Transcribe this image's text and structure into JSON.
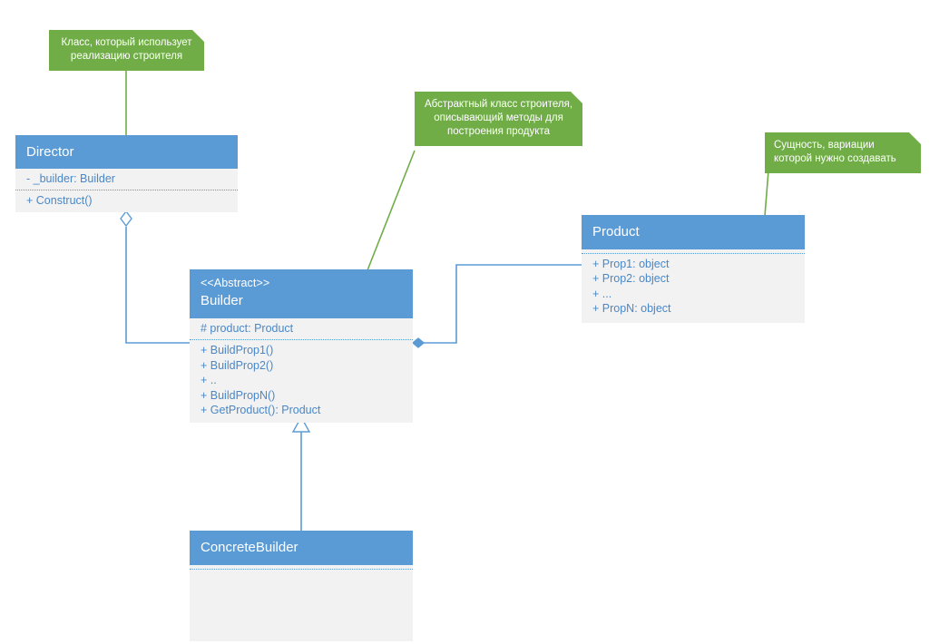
{
  "diagram": {
    "title": "Builder design pattern UML class diagram",
    "colors": {
      "class_header": "#5B9BD5",
      "class_body": "#F2F2F2",
      "member_text": "#4A87C7",
      "note_fill": "#70AD47",
      "note_text": "#FFFFFF",
      "connector_blue": "#5B9BD5",
      "connector_green": "#70AD47",
      "canvas": "#FFFFFF"
    }
  },
  "classes": [
    {
      "id": "director",
      "stereotype": "",
      "name": "Director",
      "sections": [
        {
          "members": [
            "-  _builder: Builder"
          ]
        },
        {
          "members": [
            "+ Construct()"
          ]
        }
      ]
    },
    {
      "id": "builder",
      "stereotype": "<<Abstract>>",
      "name": "Builder",
      "sections": [
        {
          "members": [
            "# product: Product"
          ]
        },
        {
          "members": [
            "+ BuildProp1()",
            "+ BuildProp2()",
            "+ ..",
            "+ BuildPropN()",
            "+ GetProduct(): Product"
          ]
        }
      ]
    },
    {
      "id": "product",
      "stereotype": "",
      "name": "Product",
      "sections": [
        {
          "members": []
        },
        {
          "members": [
            "+ Prop1: object",
            "+ Prop2: object",
            "+ ...",
            "+ PropN: object"
          ]
        }
      ]
    },
    {
      "id": "concretebuilder",
      "stereotype": "",
      "name": "ConcreteBuilder",
      "sections": [
        {
          "members": []
        },
        {
          "members": []
        }
      ]
    }
  ],
  "notes": [
    {
      "id": "note-director",
      "align": "center",
      "lines": [
        "Класс, который использует",
        "реализацию строителя"
      ]
    },
    {
      "id": "note-builder",
      "align": "center",
      "lines": [
        "Абстрактный класс строителя,",
        "описывающий методы для",
        "построения продукта"
      ]
    },
    {
      "id": "note-product",
      "align": "left",
      "lines": [
        "Сущность, вариации",
        "которой нужно создавать"
      ]
    }
  ],
  "connectors": [
    {
      "id": "director-to-builder",
      "kind": "aggregation",
      "from": "Director",
      "to": "Builder",
      "marker": "hollow-diamond"
    },
    {
      "id": "builder-to-product",
      "kind": "composition",
      "from": "Builder",
      "to": "Product",
      "marker": "filled-diamond"
    },
    {
      "id": "concretebuilder-to-builder",
      "kind": "generalization",
      "from": "ConcreteBuilder",
      "to": "Builder",
      "marker": "hollow-triangle"
    },
    {
      "id": "note-director-leader",
      "kind": "note-link",
      "from": "note-director",
      "to": "Director",
      "marker": "none"
    },
    {
      "id": "note-builder-leader",
      "kind": "note-link",
      "from": "note-builder",
      "to": "Builder",
      "marker": "none"
    },
    {
      "id": "note-product-leader",
      "kind": "note-link",
      "from": "note-product",
      "to": "Product",
      "marker": "none"
    }
  ]
}
